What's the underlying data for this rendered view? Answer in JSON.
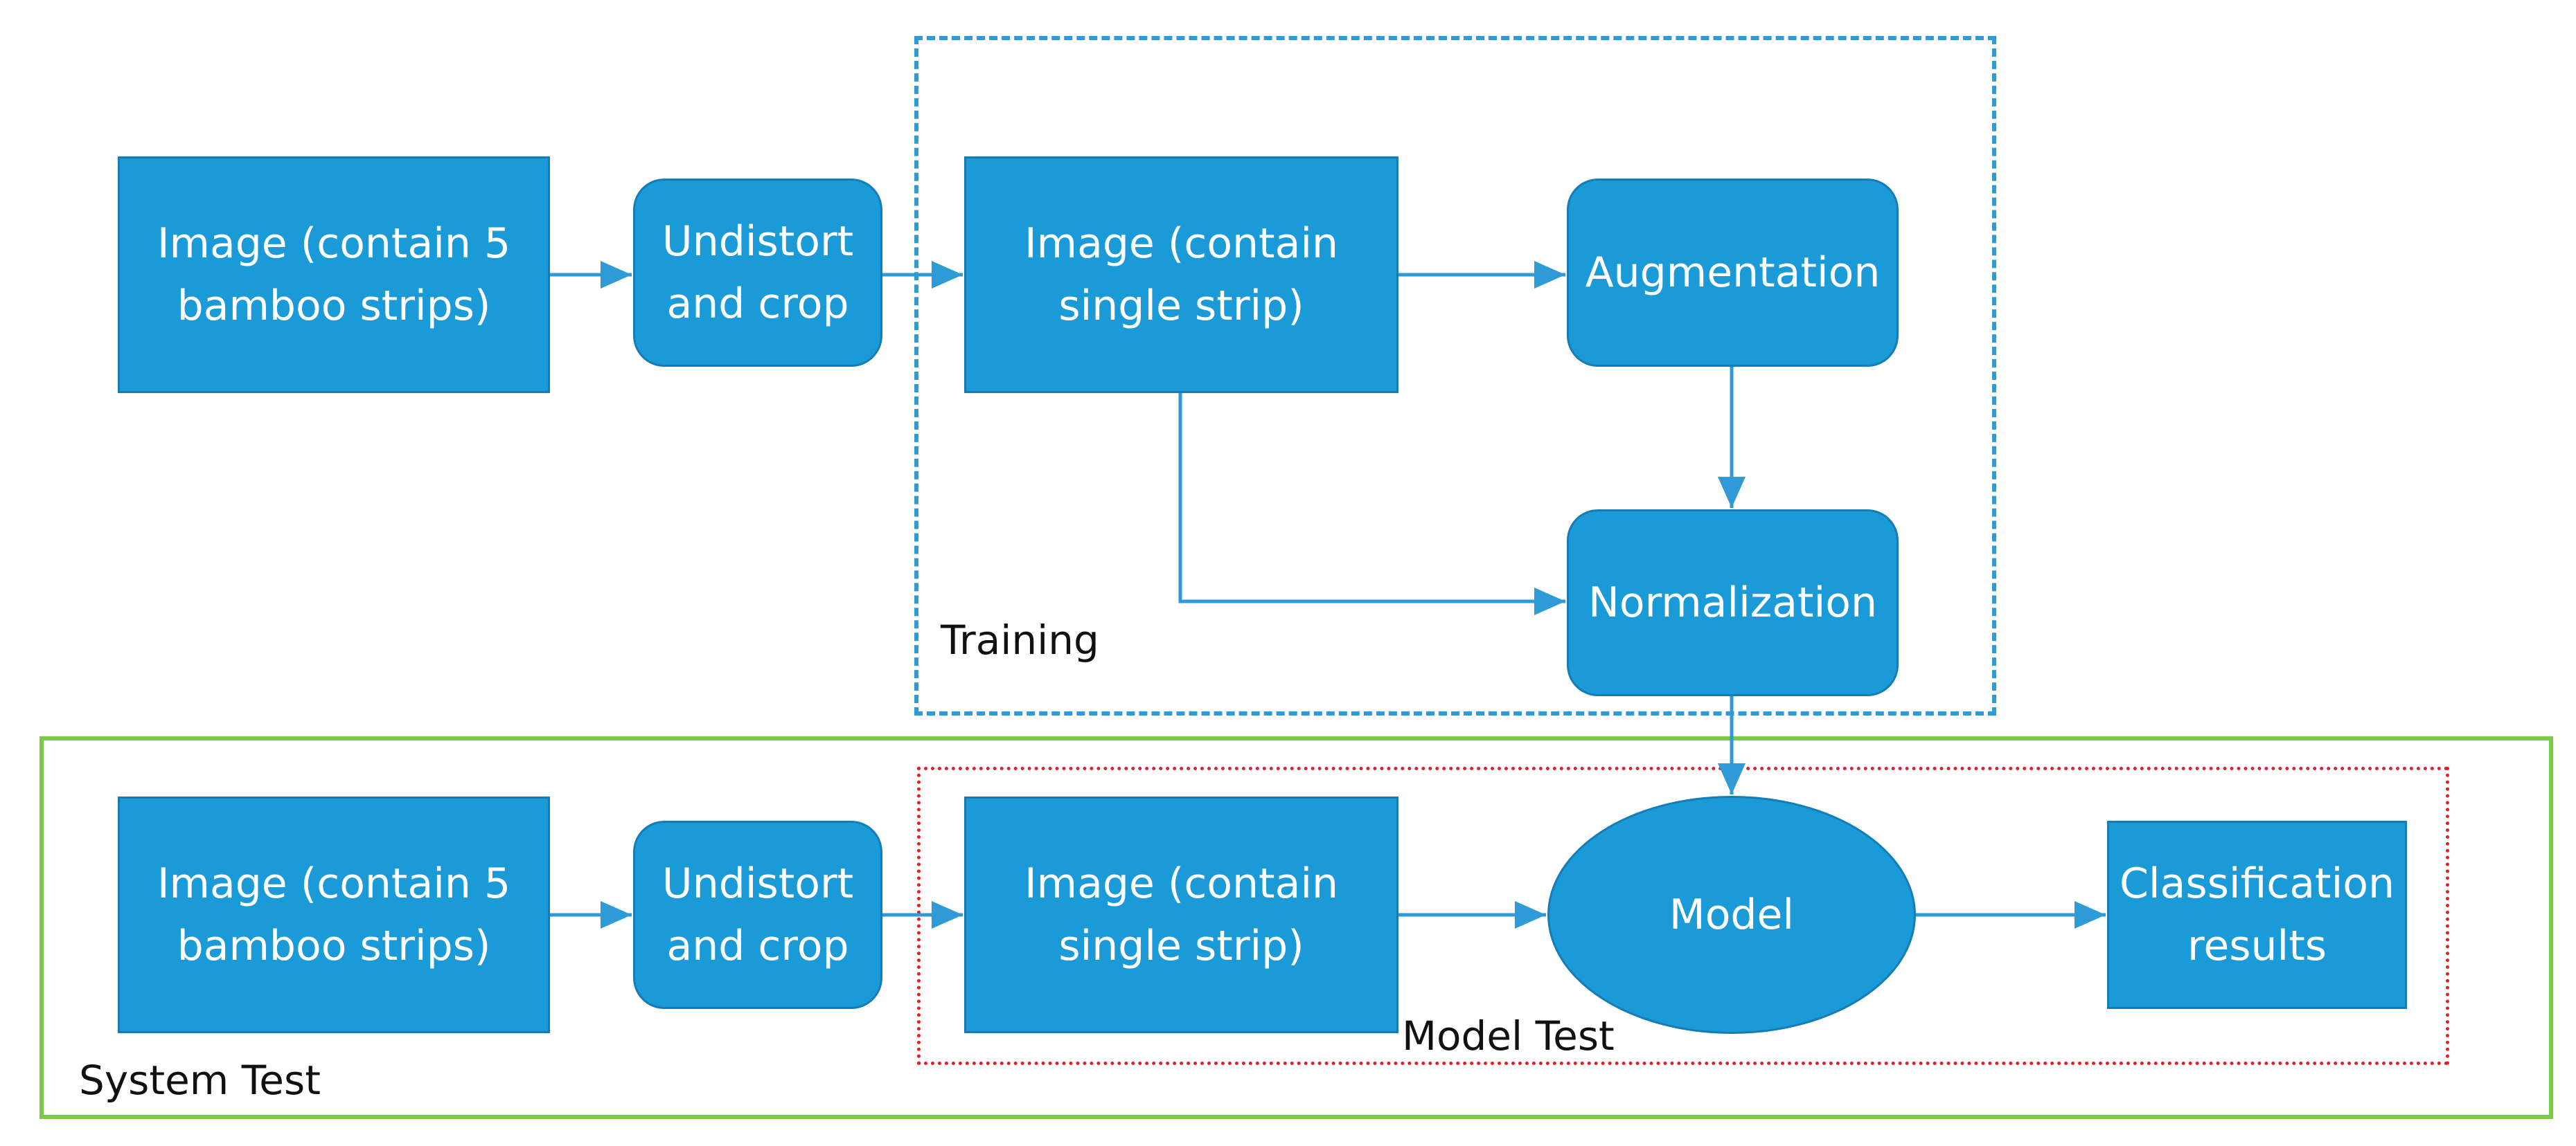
{
  "frames": {
    "training": "Training",
    "model_test": "Model Test",
    "system_test": "System Test"
  },
  "nodes": {
    "image5_top": "Image (contain 5\nbamboo strips)",
    "undistort_top": "Undistort\nand crop",
    "single_top": "Image (contain\nsingle strip)",
    "augmentation": "Augmentation",
    "normalization": "Normalization",
    "image5_bottom": "Image (contain 5\nbamboo strips)",
    "undistort_bottom": "Undistort\nand crop",
    "single_bottom": "Image (contain\nsingle strip)",
    "model": "Model",
    "classification": "Classification\nresults"
  },
  "colors": {
    "node_fill": "#1B9AD8",
    "node_border": "#157CB6",
    "arrow": "#2E9BD6",
    "training_frame": "#2E9BD6",
    "system_frame": "#7ACB47",
    "model_test_frame": "#E21F26"
  }
}
